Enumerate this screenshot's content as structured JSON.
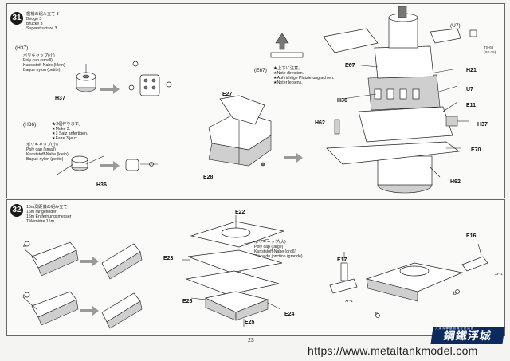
{
  "page": {
    "number": "23",
    "url": "https://www.metaltankmodel.com",
    "logo_text": "鋼鐵浮城",
    "logo_subtext": "大 漢 海 軍 艦 艇 模 型 討 論 區"
  },
  "steps": [
    {
      "number": "31",
      "title_lines": [
        "艦橋の組み立て 3",
        "Bridge 3",
        "Brücke 3",
        "Superstructure 3"
      ],
      "sub_h37": {
        "label": "(H37)",
        "note_lines": [
          "ポリキャップ(小)",
          "Poly cap (small)",
          "Kunststoff-Nabe (klein)",
          "Bague nylon (petite)"
        ],
        "part": "H37"
      },
      "sub_h36": {
        "label": "(H36)",
        "note_lines": [
          "★3個作ります。",
          "★Make 3.",
          "★3 Satz anfertigen.",
          "★Faire 3 jeux."
        ],
        "poly_lines": [
          "ポリキャップ(小)",
          "Poly cap (small)",
          "Kunststoff-Nabe (klein)",
          "Bague nylon (petite)"
        ],
        "part": "H36"
      },
      "orientation": {
        "label": "(E67)",
        "note_lines": [
          "★上下に注意。",
          "★Note direction.",
          "★Auf richtige Platzierung achten.",
          "★Noter le sens."
        ]
      },
      "u7_box": {
        "label": "(U7)",
        "color_lines": [
          "TS-66",
          "(XF-75)"
        ]
      },
      "part_labels": [
        "E27",
        "E28",
        "E67",
        "H21",
        "U7",
        "E11",
        "H36",
        "H37",
        "H62",
        "E70",
        "H62"
      ],
      "callouts": [
        "a",
        "b"
      ]
    },
    {
      "number": "32",
      "title_lines": [
        "15m測距儀の組み立て",
        "15m rangefinder",
        "15m Entfernungsmesser",
        "Télémètre 15m"
      ],
      "poly_large_lines": [
        "ポリキャップ(大)",
        "Poly cap (large)",
        "Kunststoff-Nabe (groß)",
        "Pièce de jonction (grande)"
      ],
      "part_labels": [
        "E22",
        "E23",
        "E26",
        "E25",
        "E24",
        "E16",
        "E17"
      ],
      "paint_codes": [
        "XF-1",
        "XF-1"
      ],
      "callouts": [
        "a",
        "b",
        "a",
        "b",
        "b",
        "b"
      ]
    }
  ]
}
